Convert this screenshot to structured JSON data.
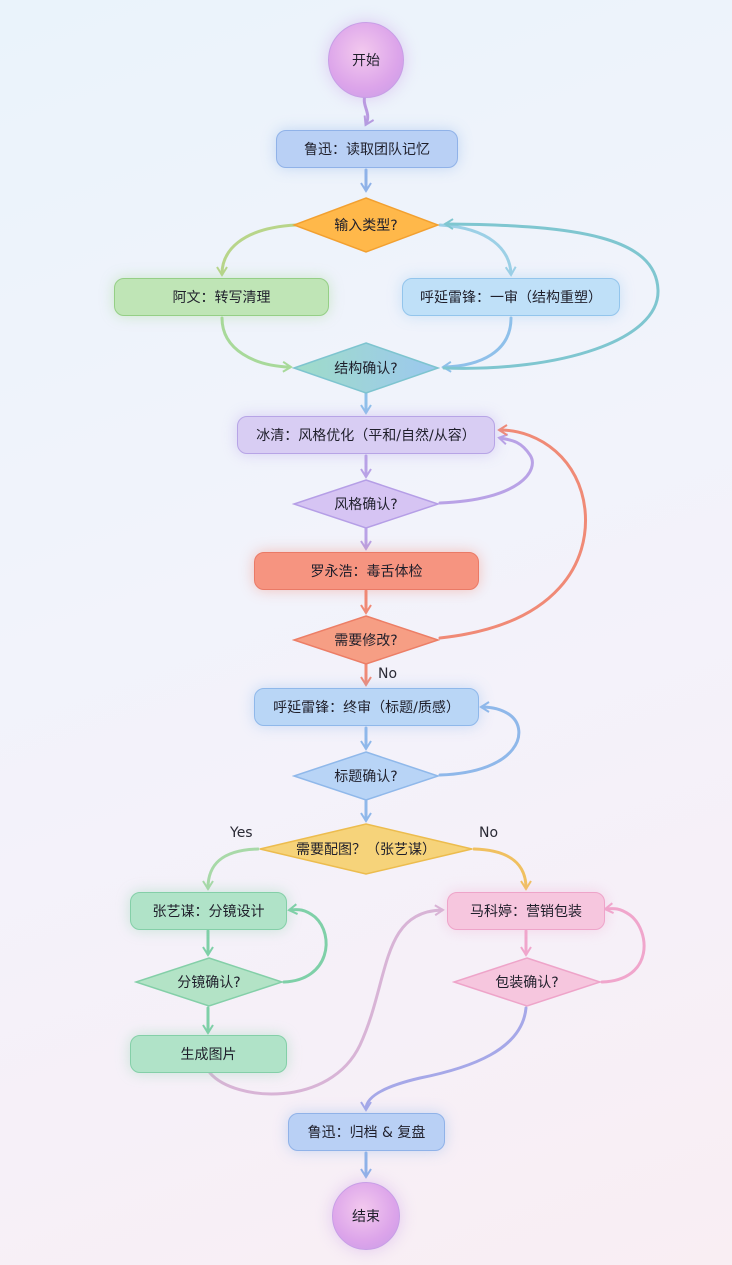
{
  "nodes": {
    "start": {
      "label": "开始"
    },
    "read": {
      "label": "鲁迅：读取团队记忆"
    },
    "input": {
      "label": "输入类型?"
    },
    "awen": {
      "label": "阿文：转写清理"
    },
    "huyan1": {
      "label": "呼延雷锋：一审（结构重塑）"
    },
    "struct": {
      "label": "结构确认?"
    },
    "bing": {
      "label": "冰清：风格优化（平和/自然/从容）"
    },
    "style": {
      "label": "风格确认?"
    },
    "luo": {
      "label": "罗永浩：毒舌体检"
    },
    "modify": {
      "label": "需要修改?"
    },
    "huyan2": {
      "label": "呼延雷锋：终审（标题/质感）"
    },
    "title": {
      "label": "标题确认?"
    },
    "needimg": {
      "label": "需要配图？（张艺谋）"
    },
    "zhang": {
      "label": "张艺谋：分镜设计"
    },
    "shot": {
      "label": "分镜确认?"
    },
    "gen": {
      "label": "生成图片"
    },
    "ma": {
      "label": "马科婷：营销包装"
    },
    "pack": {
      "label": "包装确认?"
    },
    "archive": {
      "label": "鲁迅：归档 & 复盘"
    },
    "end": {
      "label": "结束"
    }
  },
  "edge_labels": {
    "no1": "No",
    "yes": "Yes",
    "no2": "No"
  },
  "colors": {
    "purple": "#c9a6e6",
    "blue": "#9fc2ef",
    "orange": "#ffb347",
    "green": "#a8d99a",
    "sky": "#a9d3f5",
    "teal": "#8fd6cf",
    "lavender": "#cdbdf0",
    "red": "#f58a78",
    "yellow": "#f5cf6e",
    "mint": "#a6e0c6",
    "pink": "#f4b6d6"
  }
}
